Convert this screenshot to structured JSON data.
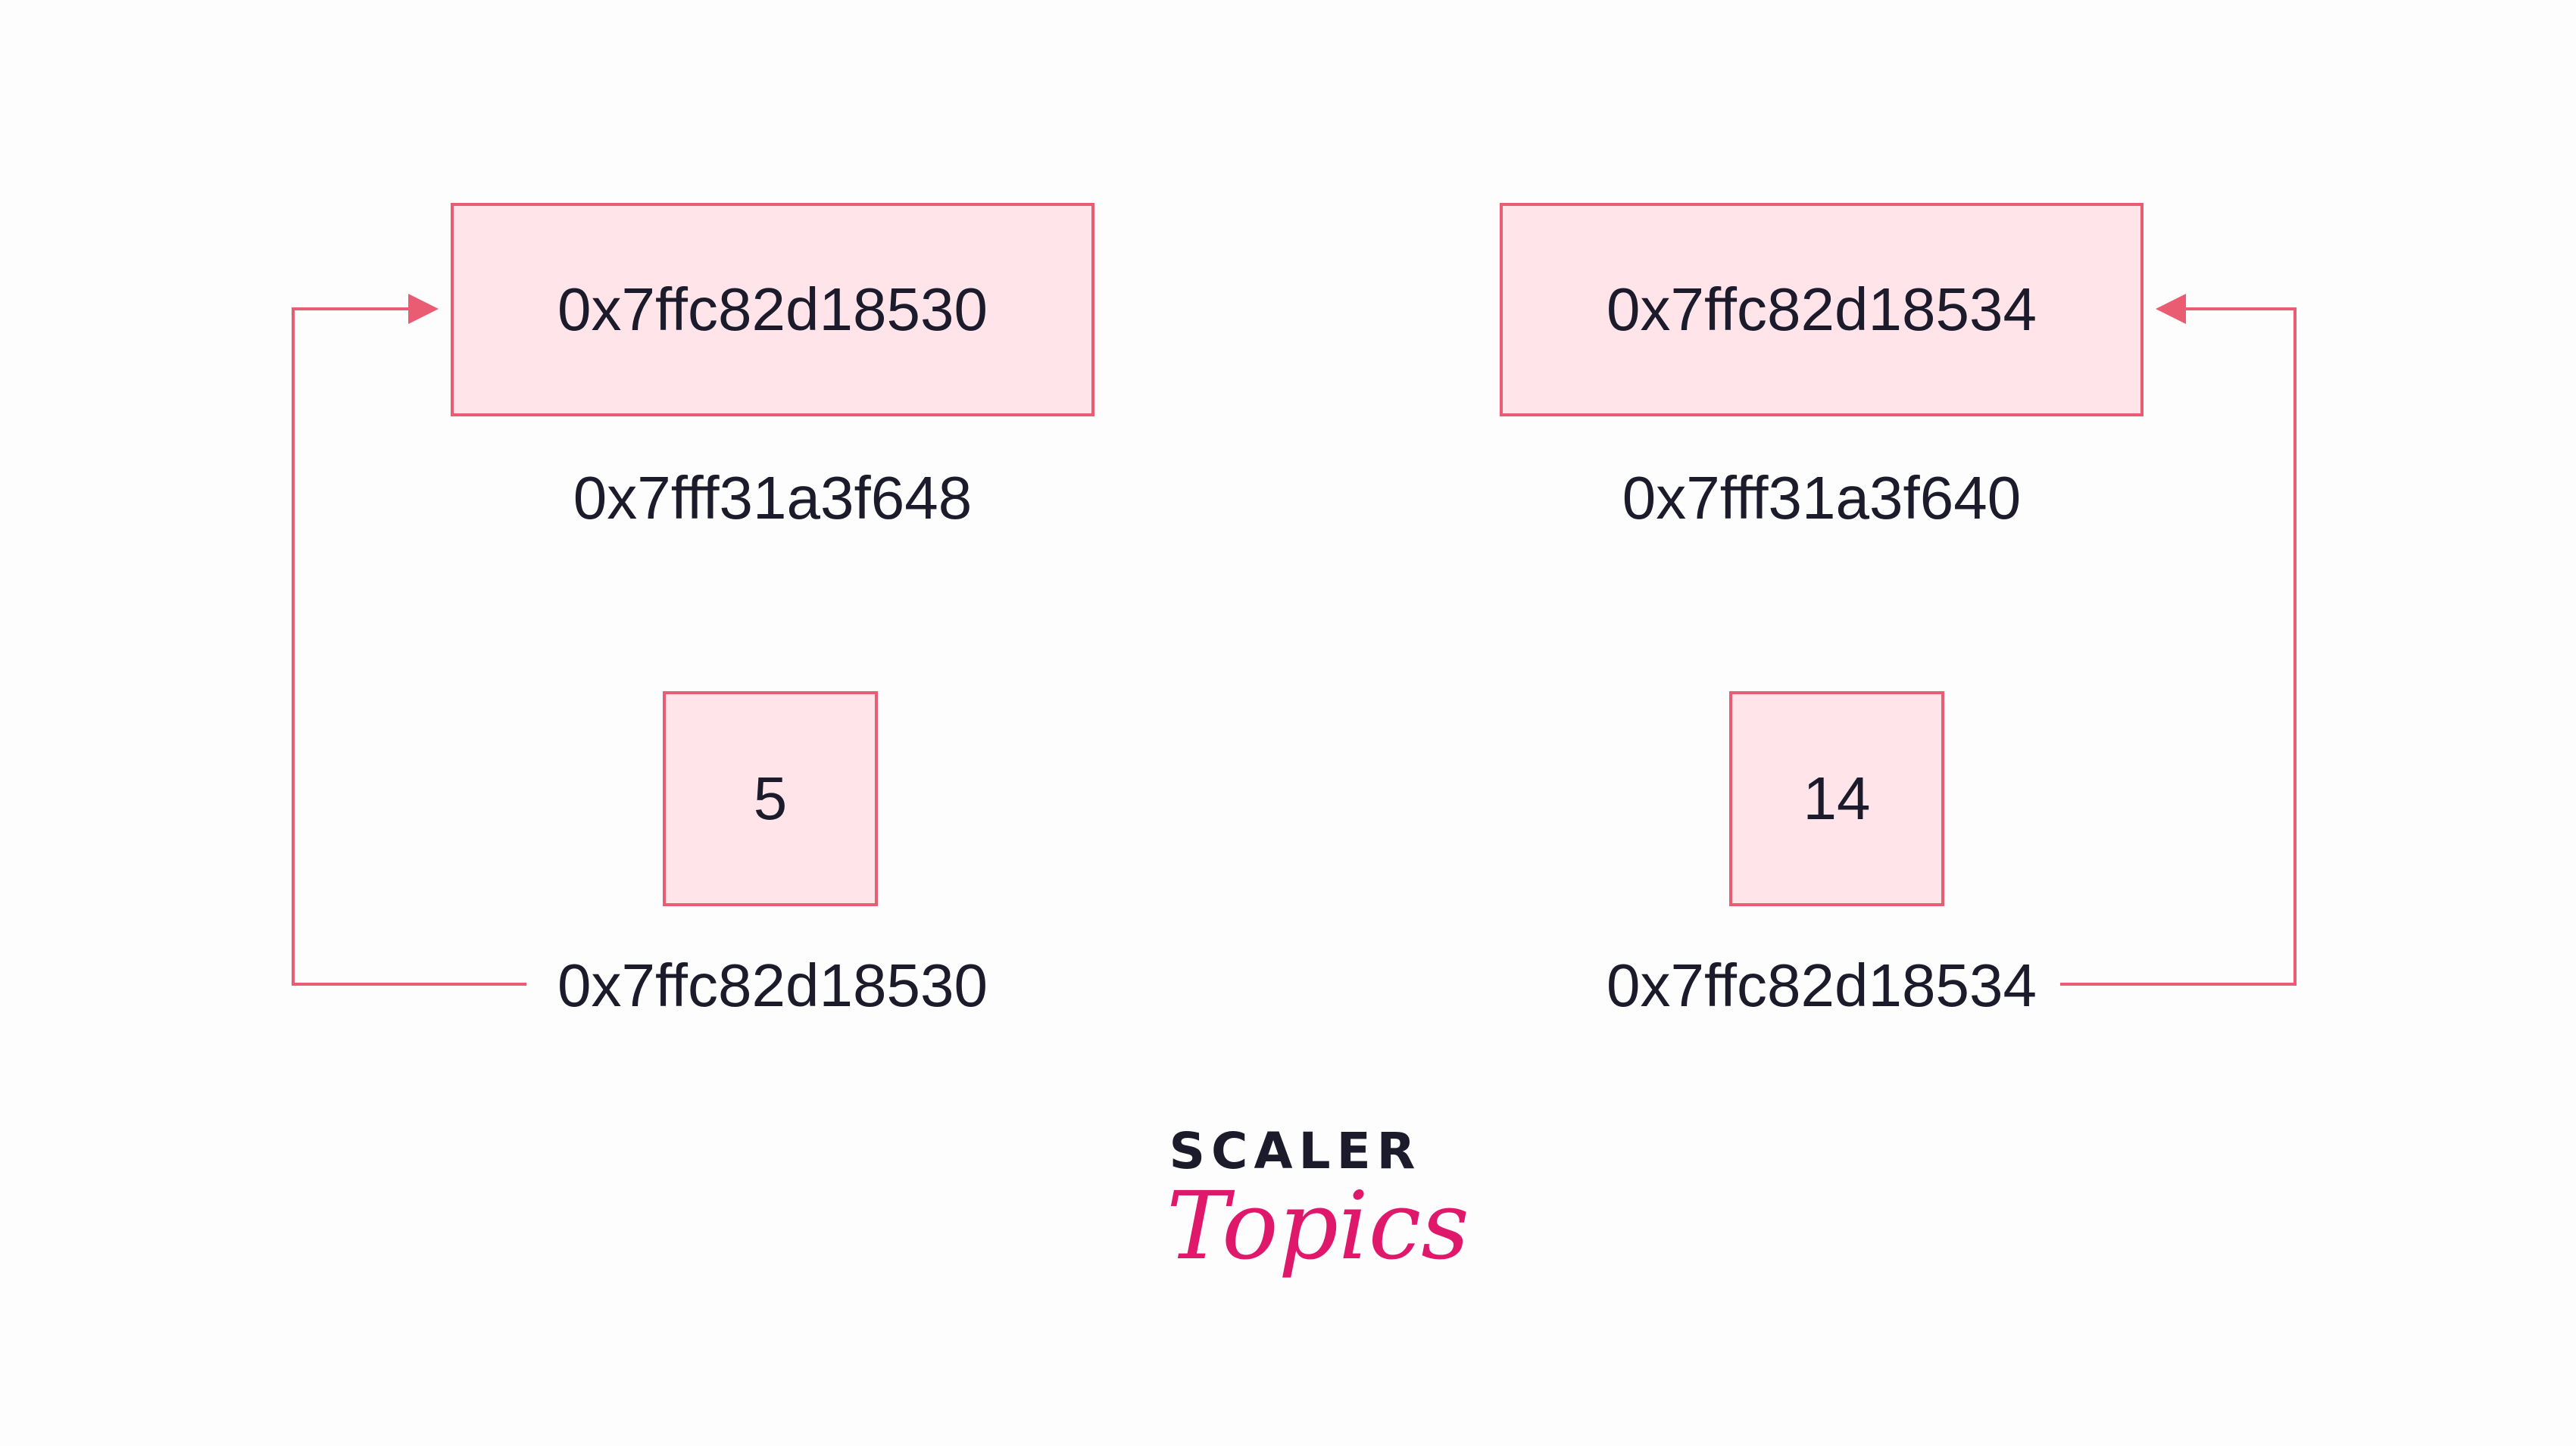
{
  "colors": {
    "box_fill": "#ffe4ea",
    "box_border": "#ea5c72",
    "arrow": "#ea5c72",
    "text": "#1b1b2b",
    "logo_accent": "#e0186c"
  },
  "left": {
    "pointer_value": "0x7ffc82d18530",
    "pointer_address": "0x7fff31a3f648",
    "variable_value": "5",
    "variable_address": "0x7ffc82d18530"
  },
  "right": {
    "pointer_value": "0x7ffc82d18534",
    "pointer_address": "0x7fff31a3f640",
    "variable_value": "14",
    "variable_address": "0x7ffc82d18534"
  },
  "logo": {
    "word_1": "SCALER",
    "word_2": "Topics"
  }
}
